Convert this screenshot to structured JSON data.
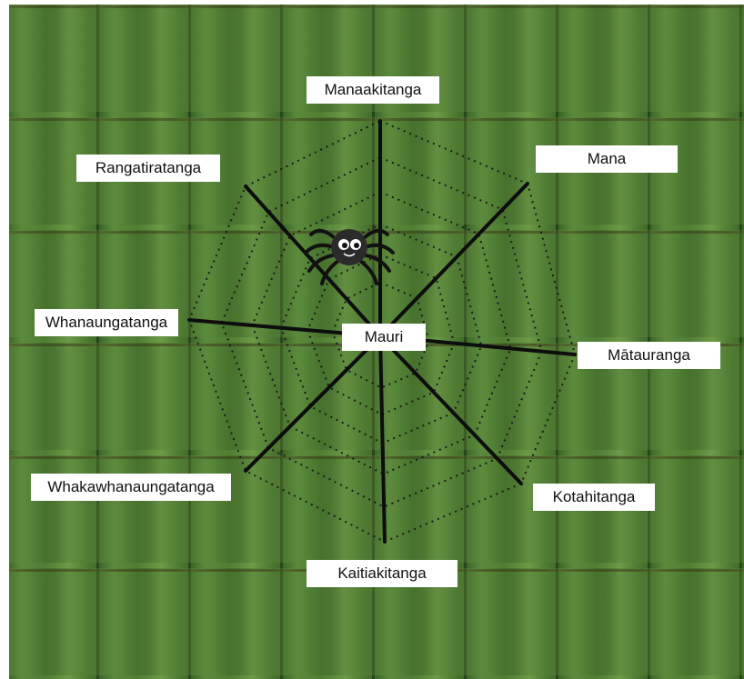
{
  "labels": {
    "manaakitanga": "Manaakitanga",
    "mana": "Mana",
    "rangatiratanga": "Rangatiratanga",
    "whanaungatanga": "Whanaungatanga",
    "mauri": "Mauri",
    "matauranga": "Mātauranga",
    "whakawhanaungatanga": "Whakawhanaungatanga",
    "kotahitanga": "Kotahitanga",
    "kaitiakitanga": "Kaitiakitanga"
  },
  "icons": {
    "spider": "spider-icon"
  },
  "colors": {
    "weave_green": "#4e7c33",
    "spoke": "#111111",
    "label_bg": "#ffffff"
  }
}
